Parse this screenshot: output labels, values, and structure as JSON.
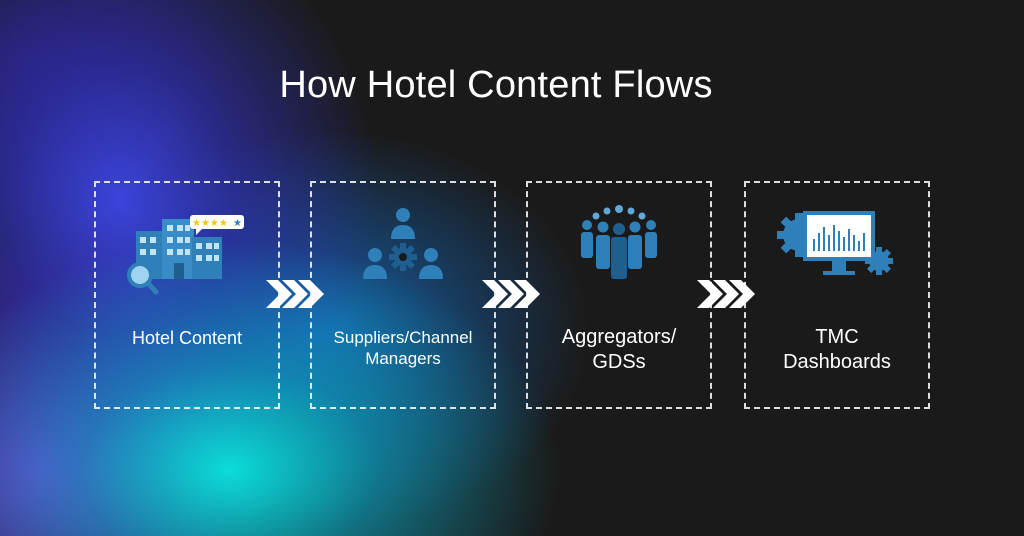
{
  "title": "How Hotel Content Flows",
  "stages": [
    {
      "label": "Hotel Content",
      "icon": "hotel-rating-search-icon"
    },
    {
      "label_line1": "Suppliers/Channel",
      "label_line2": "Managers",
      "icon": "team-network-gear-icon"
    },
    {
      "label_line1": "Aggregators/",
      "label_line2": "GDSs",
      "icon": "crowd-people-icon"
    },
    {
      "label_line1": "TMC",
      "label_line2": "Dashboards",
      "icon": "monitor-dashboard-gears-icon"
    }
  ],
  "colors": {
    "icon_blue": "#2f7fb8",
    "icon_dark": "#1f5f8f",
    "star_gold": "#f5c518",
    "text": "#ffffff",
    "arrow": "#ffffff"
  }
}
